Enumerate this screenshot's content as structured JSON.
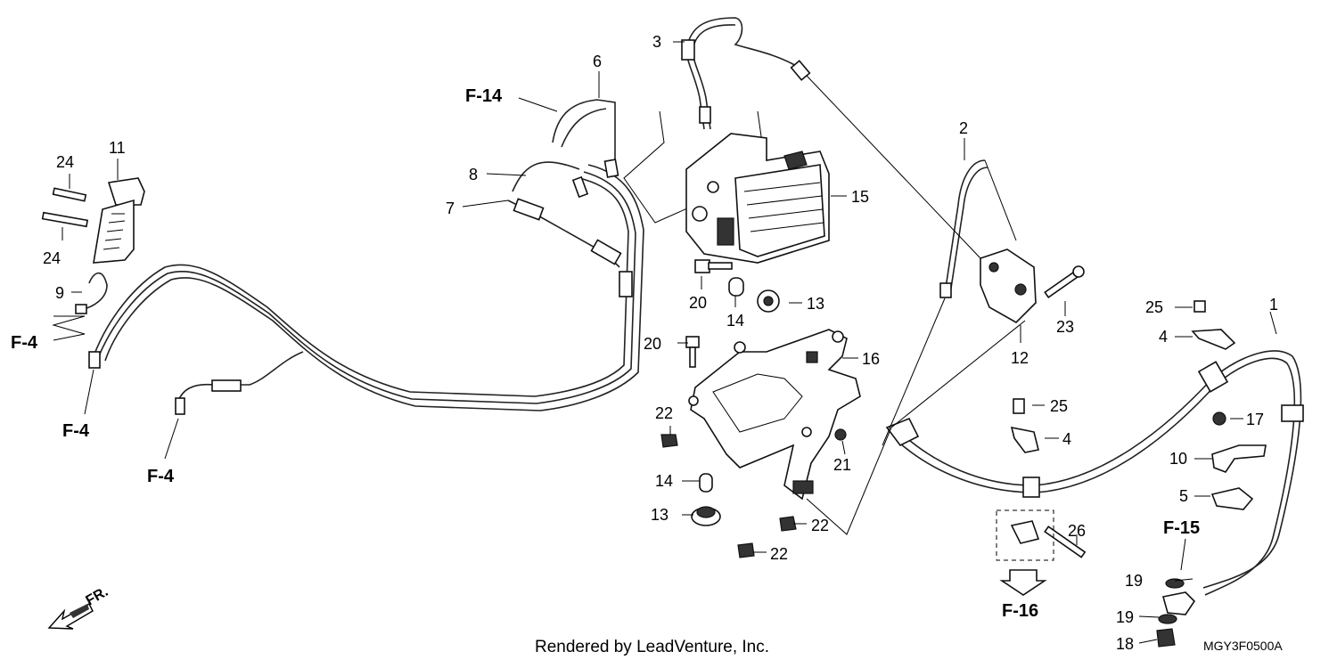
{
  "labels": {
    "l1": "1",
    "l2": "2",
    "l3": "3",
    "l4a": "4",
    "l4b": "4",
    "l5": "5",
    "l6": "6",
    "l7": "7",
    "l8": "8",
    "l9": "9",
    "l10": "10",
    "l11": "11",
    "l12": "12",
    "l13a": "13",
    "l13b": "13",
    "l14a": "14",
    "l14b": "14",
    "l15": "15",
    "l16": "16",
    "l17": "17",
    "l18": "18",
    "l19a": "19",
    "l19b": "19",
    "l20a": "20",
    "l20b": "20",
    "l21": "21",
    "l22a": "22",
    "l22b": "22",
    "l22c": "22",
    "l23": "23",
    "l24a": "24",
    "l24b": "24",
    "l25a": "25",
    "l25b": "25",
    "l26": "26"
  },
  "refs": {
    "f14": "F-14",
    "f4a": "F-4",
    "f4b": "F-4",
    "f4c": "F-4",
    "f15": "F-15",
    "f16": "F-16"
  },
  "front_label": "FR.",
  "footer": "Rendered by LeadVenture, Inc.",
  "diagram_code": "MGY3F0500A"
}
